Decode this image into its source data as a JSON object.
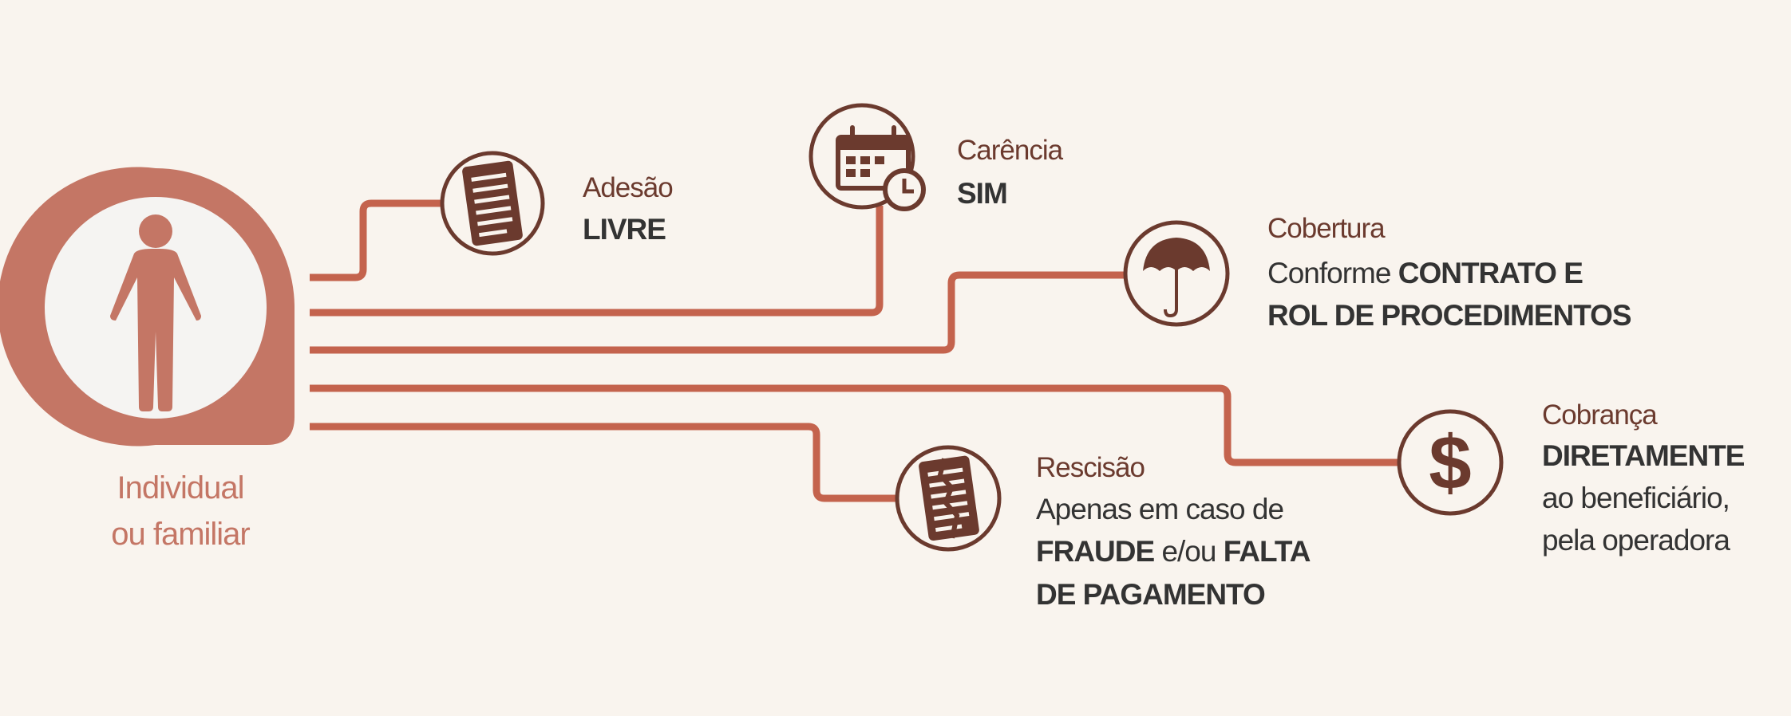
{
  "colors": {
    "background": "#f9f4ee",
    "connector": "#c4634d",
    "badge": "#c47665",
    "icon": "#6b3a2e",
    "text": "#333333"
  },
  "plan_type": {
    "line1": "Individual",
    "line2": "ou familiar",
    "icon": "person-icon"
  },
  "items": [
    {
      "label": "Adesão",
      "value": "LIVRE",
      "icon": "document-icon"
    },
    {
      "label": "Carência",
      "value": "SIM",
      "icon": "calendar-clock-icon"
    },
    {
      "label": "Cobertura",
      "pre": "Conforme ",
      "value1": "CONTRATO E",
      "value2": "ROL DE PROCEDIMENTOS",
      "icon": "umbrella-icon"
    },
    {
      "label": "Cobrança",
      "value": "DIRETAMENTE",
      "line2": "ao beneficiário,",
      "line3": "pela operadora",
      "icon": "dollar-icon"
    },
    {
      "label": "Rescisão",
      "line1": "Apenas em caso de",
      "b1": "FRAUDE",
      "mid": " e/ou ",
      "b2": "FALTA",
      "line3": "DE PAGAMENTO",
      "icon": "torn-document-icon"
    }
  ]
}
